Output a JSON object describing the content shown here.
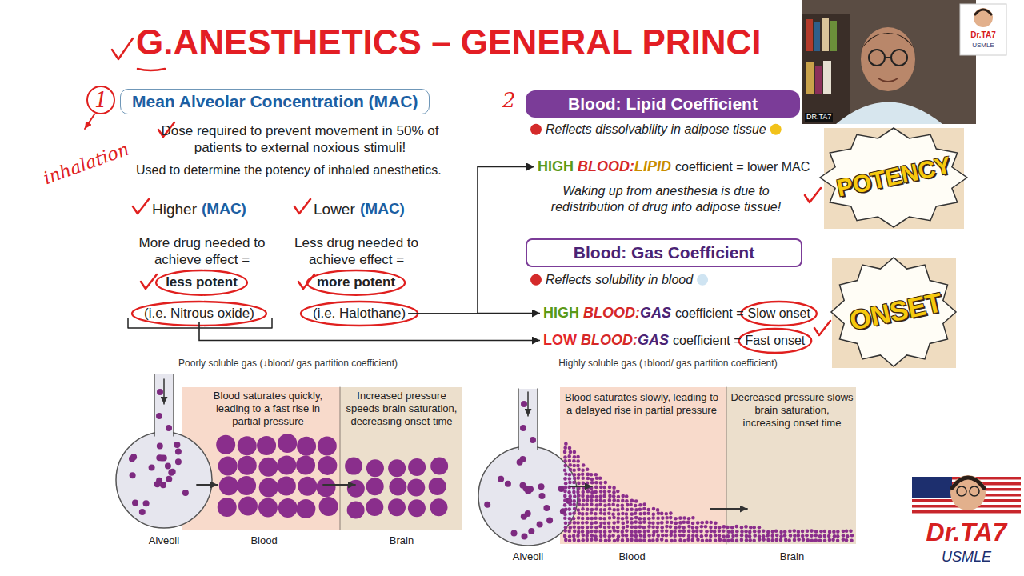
{
  "diagram": {
    "title": "G.ANESTHETICS – GENERAL PRINCI",
    "nodes": [
      {
        "text": [
          "Mean Alveolar Concentration (MAC)"
        ]
      },
      {
        "text": [
          "(i.e. Nitrous oxide)"
        ]
      },
      {
        "text": [
          "(i.e. Halothane)"
        ]
      },
      {
        "text": [
          "Blood: Lipid Coefficient"
        ]
      },
      {
        "text": [
          "HIGH",
          "BLOOD:",
          "LIPID",
          "coefficient = lower MAC"
        ]
      },
      {
        "text": [
          "Blood: Gas Coefficient"
        ]
      },
      {
        "text": [
          "HIGH",
          "BLOOD:",
          "GAS",
          "coefficient =",
          "Slow onset"
        ]
      },
      {
        "text": [
          "LOW",
          "BLOOD:",
          "GAS",
          "coefficient =",
          "Fast onset"
        ]
      }
    ],
    "edges": [
      {
        "from": 2,
        "to": 4,
        "arrow": "to"
      },
      {
        "from": 2,
        "to": 6,
        "arrow": "to"
      },
      {
        "from": 1,
        "to": 7,
        "arrow": "to"
      }
    ],
    "labels": [
      "1",
      "inhalation",
      "2",
      "Dose required to prevent movement in 50% of patients to external noxious stimuli!",
      "Used to determine the potency of inhaled anesthetics.",
      "Higher",
      "(MAC)",
      "Lower",
      "(MAC)",
      "More drug needed to achieve effect =",
      "less potent",
      "Less drug needed to achieve effect =",
      "more potent",
      "Reflects dissolvability in adipose tissue",
      "Waking up from anesthesia is due to redistribution of drug into adipose tissue!",
      "Reflects solubility in blood",
      "POTENCY",
      "ONSET",
      "Poorly soluble gas (↓blood/ gas partition coefficient)",
      "Blood saturates quickly, leading to a fast rise in partial pressure",
      "Increased pressure speeds brain saturation, decreasing onset time",
      "Alveoli",
      "Blood",
      "Brain",
      "Highly soluble gas (↑blood/ gas partition coefficient)",
      "Blood saturates slowly, leading to a delayed rise in partial pressure",
      "Decreased pressure slows brain saturation, increasing onset time",
      "Alveoli",
      "Blood",
      "Brain",
      "DR.TA7",
      "Dr.TA7",
      "USMLE",
      "Dr.TA7",
      "USMLE"
    ]
  }
}
